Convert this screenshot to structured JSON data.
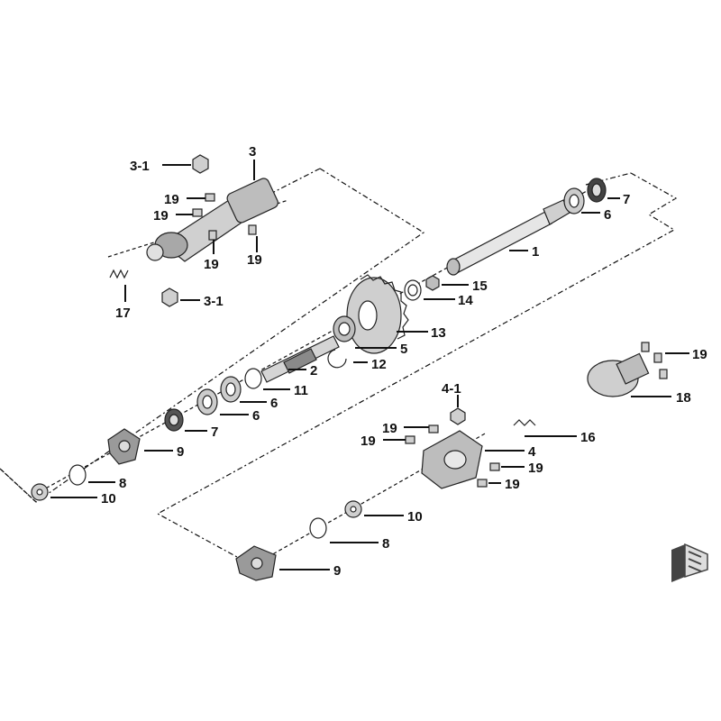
{
  "diagram": {
    "callouts": {
      "c1": "1",
      "c2": "2",
      "c3": "3",
      "c3_1a": "3-1",
      "c3_1b": "3-1",
      "c4": "4",
      "c4_1": "4-1",
      "c5": "5",
      "c6a": "6",
      "c6b": "6",
      "c6c": "6",
      "c7a": "7",
      "c7b": "7",
      "c8a": "8",
      "c8b": "8",
      "c9a": "9",
      "c9b": "9",
      "c10a": "10",
      "c10b": "10",
      "c11": "11",
      "c12": "12",
      "c13": "13",
      "c14": "14",
      "c15": "15",
      "c16": "16",
      "c17": "17",
      "c18": "18",
      "c19a": "19",
      "c19b": "19",
      "c19c": "19",
      "c19d": "19",
      "c19e": "19",
      "c19f": "19",
      "c19g": "19",
      "c19h": "19",
      "c19i": "19"
    },
    "colors": {
      "ink": "#111111",
      "part_fill": "#d9d9d9",
      "part_dark": "#8a8a8a",
      "part_light": "#f2f2f2"
    },
    "icons": {
      "corner_logo": "direction-logo-icon"
    }
  }
}
